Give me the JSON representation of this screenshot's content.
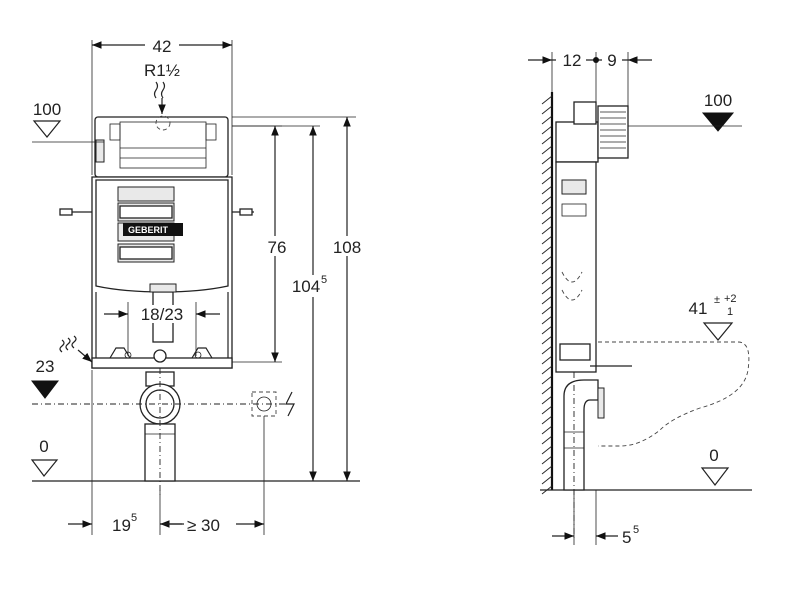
{
  "brand": {
    "logo_text": "GEBERIT"
  },
  "front_view": {
    "width_dim": "42",
    "thread_label": "R1½",
    "level_100": "100",
    "level_23": "23",
    "level_0": "0",
    "height_76": "76",
    "height_104_main": "104",
    "height_104_sup": "5",
    "height_108": "108",
    "pipe_dim": "18/23",
    "offset_19_main": "19",
    "offset_19_sup": "5",
    "clearance_30": "≥ 30"
  },
  "side_view": {
    "depth_12": "12",
    "depth_9": "9",
    "level_100": "100",
    "level_41_main": "41",
    "level_41_plus": "+2",
    "level_41_minus": "1",
    "level_0": "0",
    "offset_5_main": "5",
    "offset_5_sup": "5"
  }
}
